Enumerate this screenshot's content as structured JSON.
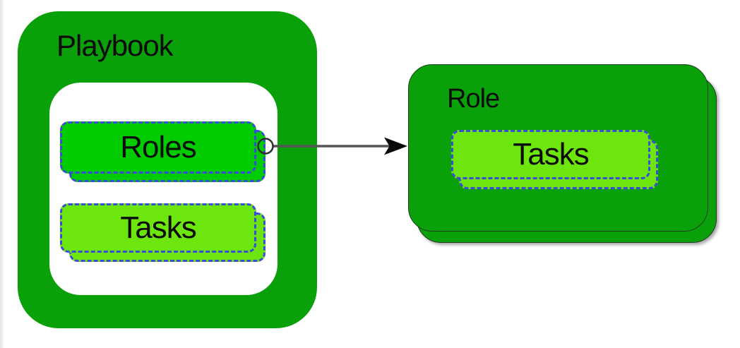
{
  "playbook": {
    "label": "Playbook",
    "roles_label": "Roles",
    "tasks_label": "Tasks"
  },
  "role": {
    "label": "Role",
    "tasks_label": "Tasks"
  },
  "connector": {
    "from": "Roles",
    "to": "Role",
    "style": "circle-origin-arrow"
  },
  "colors": {
    "group_green": "#0aa00a",
    "node_green": "#00cc00",
    "node_lime": "#6ce60d",
    "selection_blue": "#3d4bdb",
    "card_outline": "#1f3b1f",
    "connector_gray": "#555555",
    "arrowhead_black": "#0a0a0a",
    "text_black": "#0b0b0b",
    "canvas_white": "#ffffff"
  }
}
